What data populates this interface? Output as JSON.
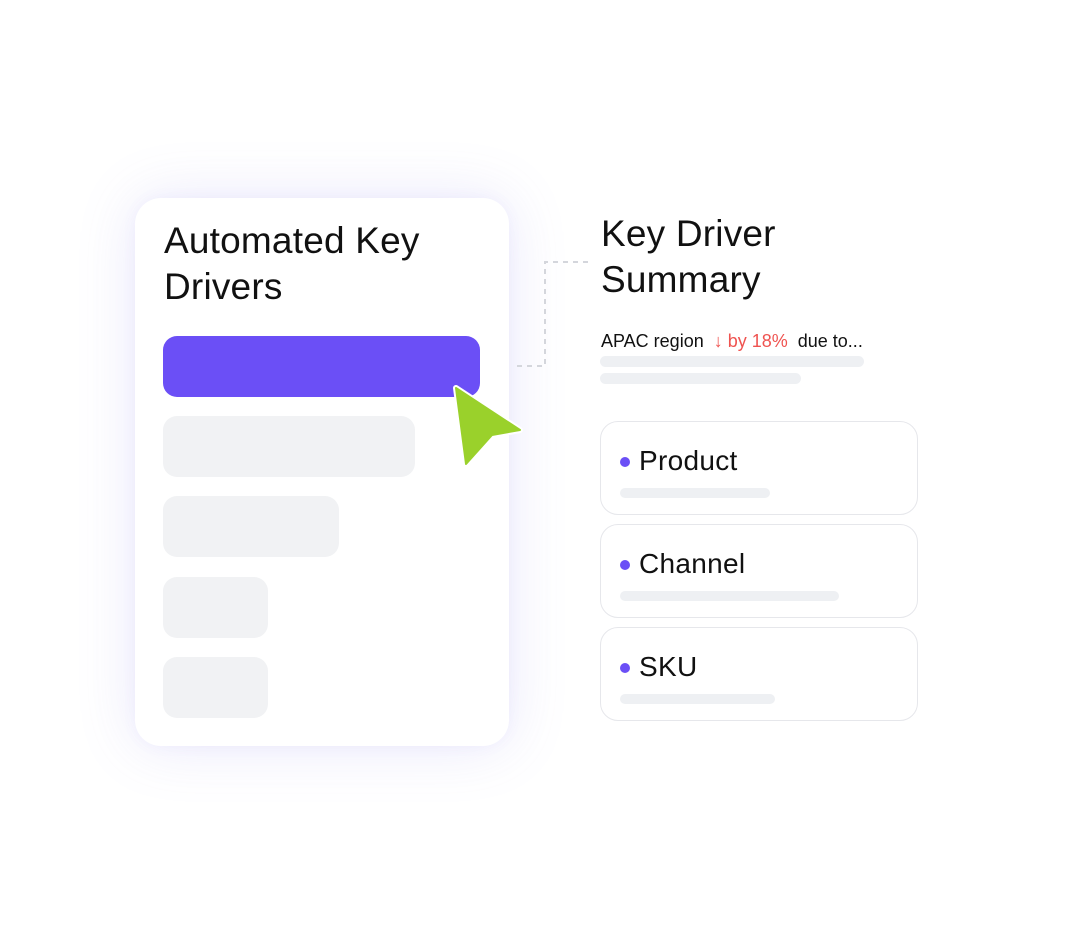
{
  "drivers_card": {
    "title": "Automated Key Drivers"
  },
  "summary": {
    "title": "Key Driver Summary",
    "region_label": "APAC region",
    "change_label": "↓ by 18%",
    "suffix_label": "due to...",
    "change_color": "#ef5350"
  },
  "factors": [
    {
      "label": "Product"
    },
    {
      "label": "Channel"
    },
    {
      "label": "SKU"
    }
  ],
  "colors": {
    "accent": "#6b4ff6",
    "cursor": "#9ad12b",
    "placeholder": "#f1f2f4"
  },
  "icons": {
    "cursor": "pointer-arrow-icon",
    "bullet": "dot-icon"
  }
}
